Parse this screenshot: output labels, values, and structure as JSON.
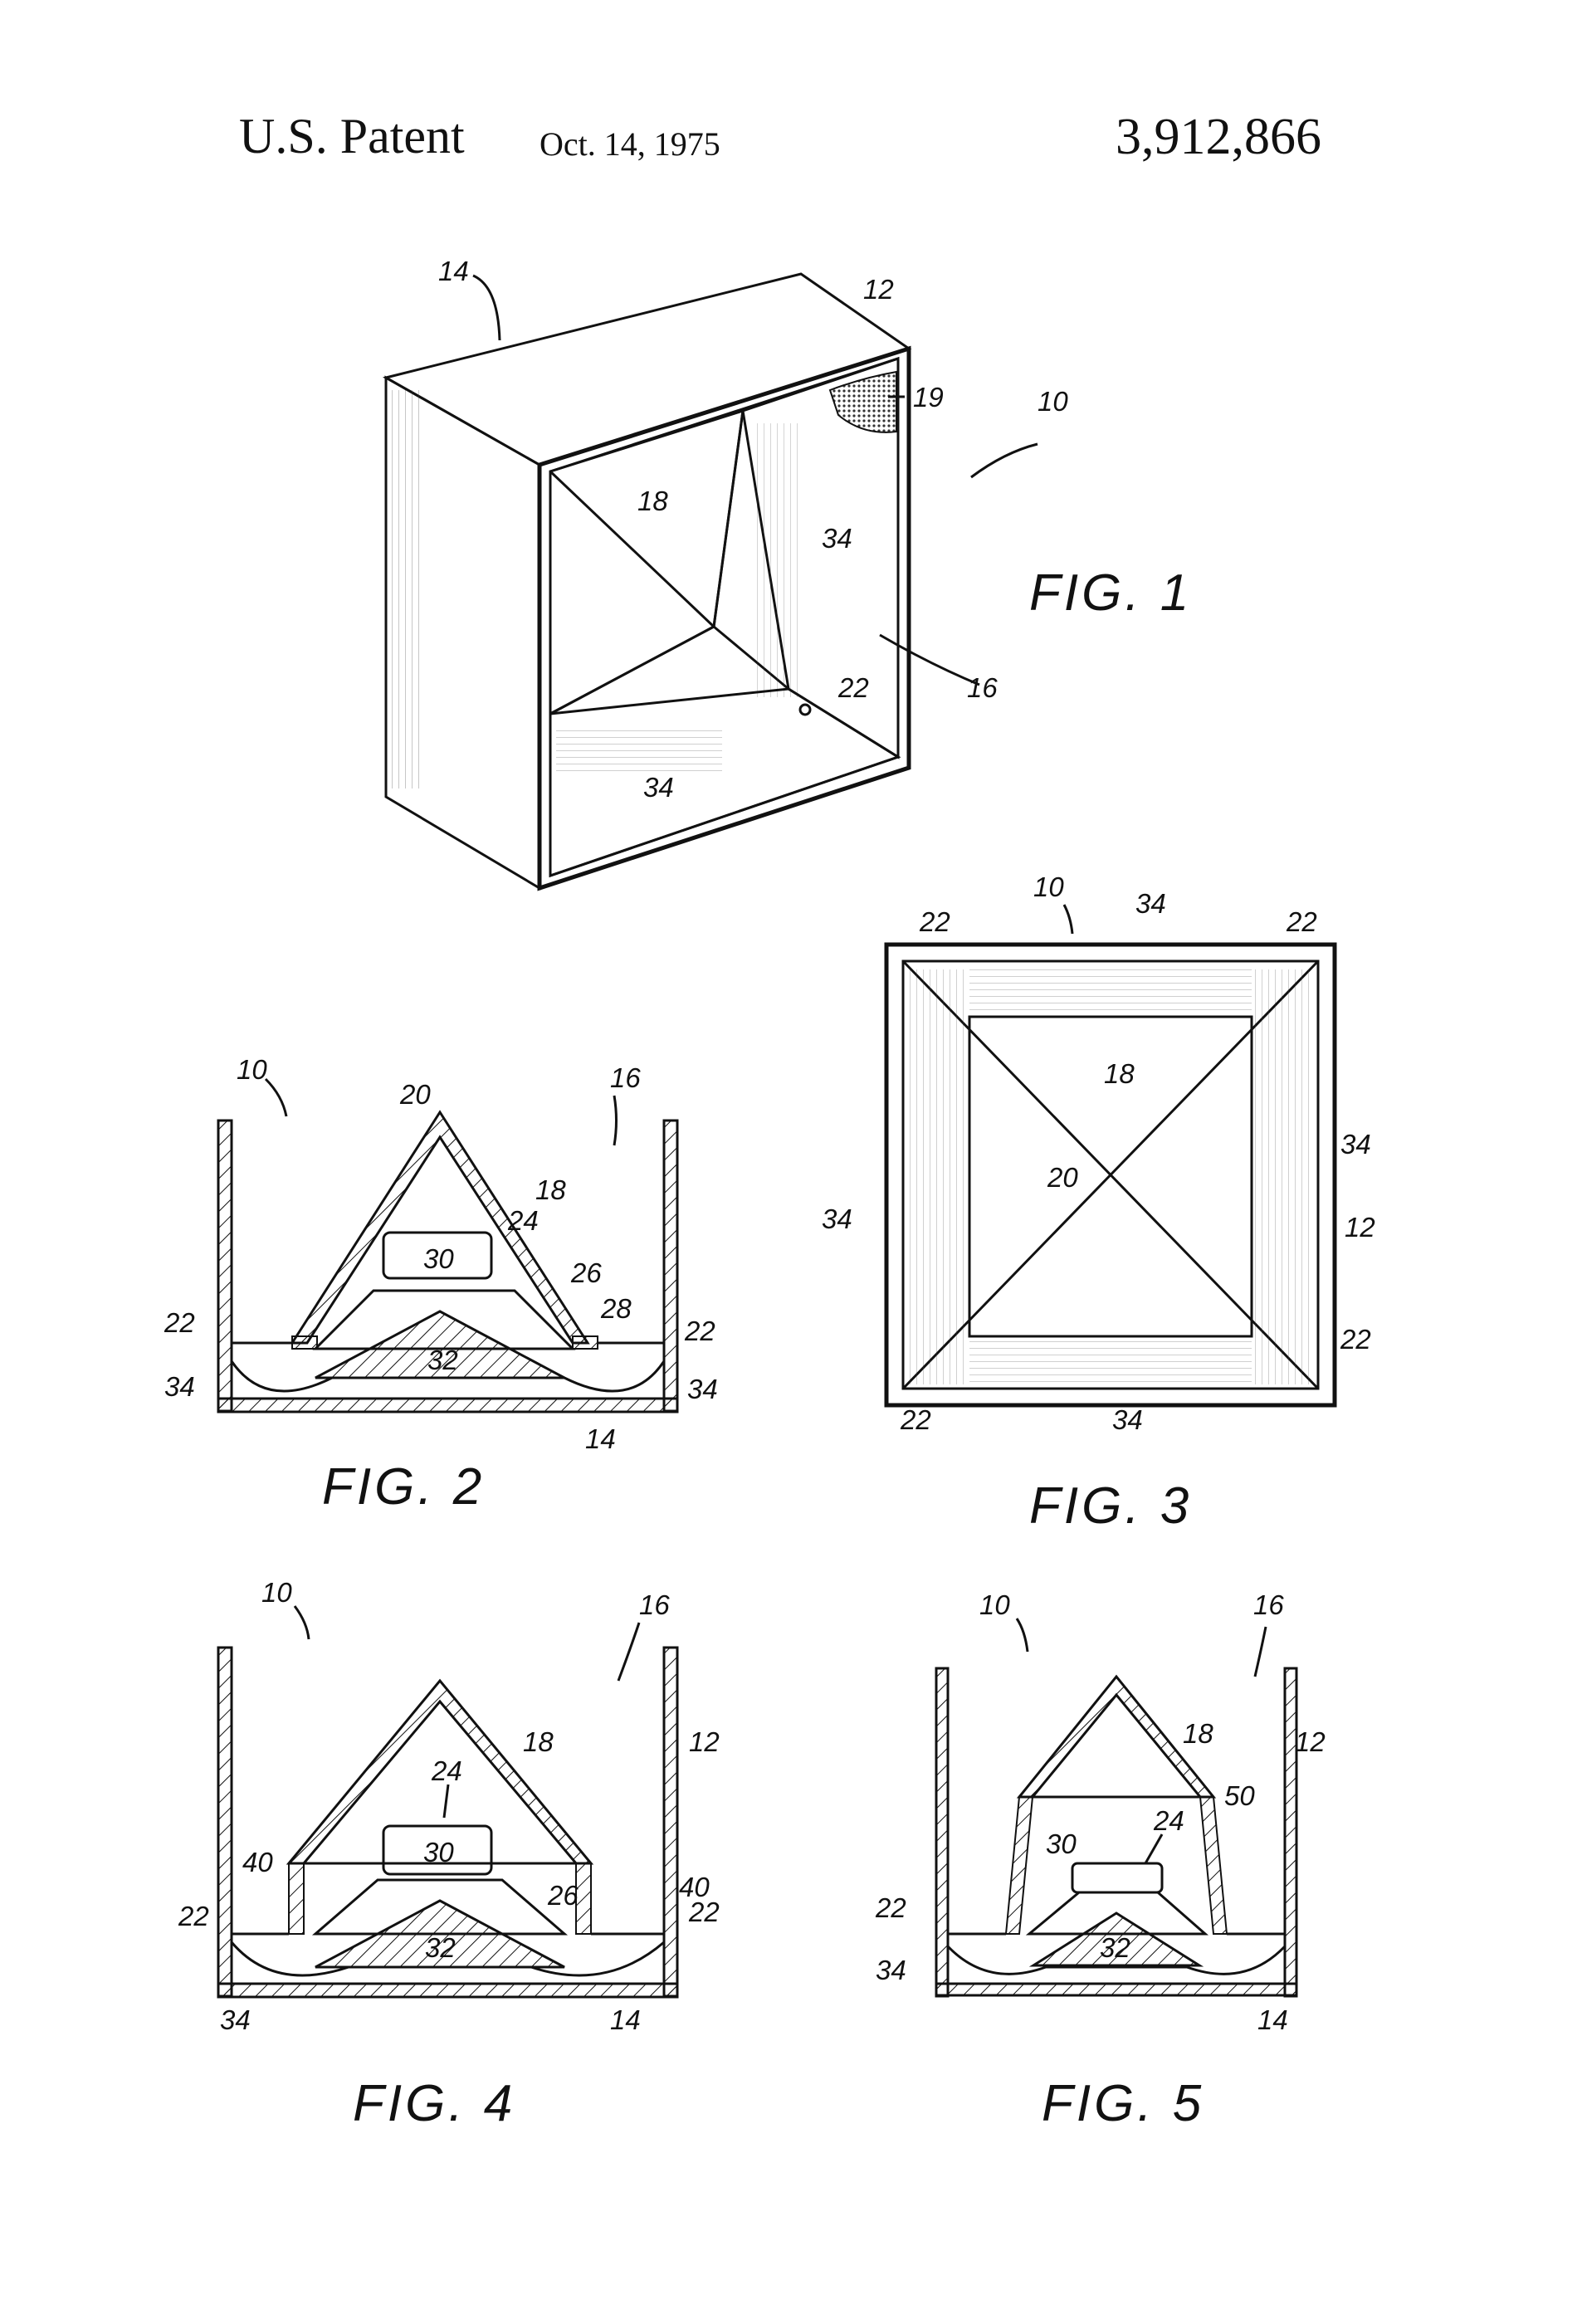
{
  "header": {
    "left": "U.S. Patent",
    "date": "Oct. 14, 1975",
    "number": "3,912,866"
  },
  "figures": {
    "fig1": {
      "title": "FIG. 1",
      "labels": [
        "14",
        "12",
        "19",
        "10",
        "18",
        "34",
        "16",
        "22",
        "34"
      ]
    },
    "fig2": {
      "title": "FIG. 2",
      "labels": [
        "10",
        "20",
        "16",
        "18",
        "24",
        "30",
        "26",
        "28",
        "22",
        "22",
        "32",
        "34",
        "34",
        "14"
      ]
    },
    "fig3": {
      "title": "FIG. 3",
      "labels": [
        "10",
        "22",
        "34",
        "22",
        "18",
        "20",
        "34",
        "34",
        "12",
        "22",
        "22",
        "34"
      ]
    },
    "fig4": {
      "title": "FIG. 4",
      "labels": [
        "10",
        "16",
        "12",
        "18",
        "24",
        "30",
        "40",
        "26",
        "40",
        "22",
        "22",
        "32",
        "34",
        "14"
      ]
    },
    "fig5": {
      "title": "FIG. 5",
      "labels": [
        "10",
        "16",
        "18",
        "12",
        "50",
        "24",
        "30",
        "22",
        "32",
        "34",
        "14"
      ]
    }
  }
}
